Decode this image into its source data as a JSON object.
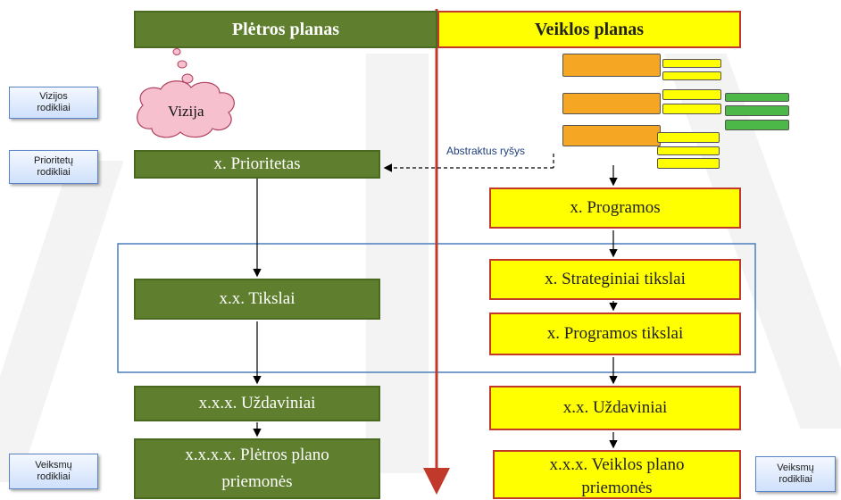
{
  "headers": {
    "left": "Plėtros planas",
    "right": "Veiklos planas"
  },
  "left_column": {
    "vizija": "Vizija",
    "prioritetas": "x. Prioritetas",
    "tikslai": "x.x. Tikslai",
    "uzdaviniai": "x.x.x. Uždaviniai",
    "priemones_line1": "x.x.x.x. Plėtros plano",
    "priemones_line2": "priemonės"
  },
  "right_column": {
    "programos": "x. Programos",
    "strateginiai": "x. Strateginiai  tikslai",
    "programos_tikslai": "x. Programos  tikslai",
    "uzdaviniai": "x.x. Uždaviniai",
    "priemones_line1": "x.x.x. Veiklos plano",
    "priemones_line2": "priemonės"
  },
  "indicators": {
    "vizijos_1": "Vizijos",
    "vizijos_2": "rodikliai",
    "prioritetu_1": "Prioritetų",
    "prioritetu_2": "rodikliai",
    "veiksmu_left_1": "Veiksmų",
    "veiksmu_left_2": "rodikliai",
    "veiksmu_right_1": "Veiksmų",
    "veiksmu_right_2": "rodikliai"
  },
  "abstract_link": "Abstraktus ryšys",
  "colors": {
    "green": "#5f7f2f",
    "yellow": "#ffff00",
    "red_border": "#c0392b",
    "divider": "#c0392b",
    "blue_frame": "#4a7ebb"
  }
}
